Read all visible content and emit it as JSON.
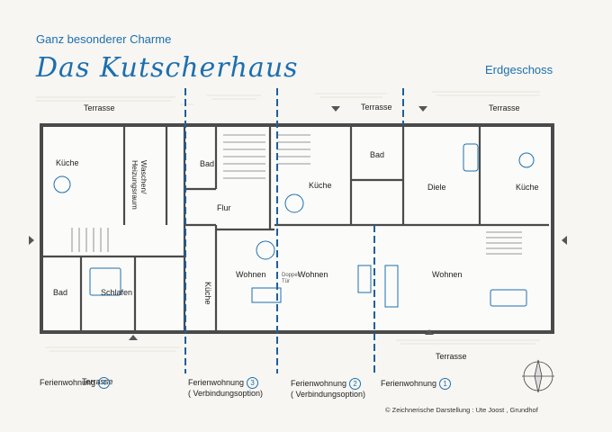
{
  "header": {
    "subtitle": "Ganz besonderer Charme",
    "title": "Das Kutscherhaus",
    "floor": "Erdgeschoss"
  },
  "rooms": {
    "terrasse_top_left": "Terrasse",
    "terrasse_top_mid": "Terrasse",
    "terrasse_top_right": "Terrasse",
    "terrasse_bottom_left": "Terrasse",
    "terrasse_bottom_right": "Terrasse",
    "kueche_4": "Küche",
    "waschen": "Waschen/ Heizungsraum",
    "bad_4": "Bad",
    "schlafen": "Schlafen",
    "bad_3": "Bad",
    "flur": "Flur",
    "kueche_3": "Küche",
    "wohnen_3": "Wohnen",
    "kueche_2": "Küche",
    "bad_2": "Bad",
    "doppel_tuer": "Doppel Tür",
    "wohnen_2": "Wohnen",
    "diele": "Diele",
    "kueche_1": "Küche",
    "wohnen_1": "Wohnen"
  },
  "units": [
    {
      "label": "Ferienwohnung",
      "num": "4",
      "note": ""
    },
    {
      "label": "Ferienwohnung",
      "num": "3",
      "note": "( Verbindungsoption)"
    },
    {
      "label": "Ferienwohnung",
      "num": "2",
      "note": "( Verbindungsoption)"
    },
    {
      "label": "Ferienwohnung",
      "num": "1",
      "note": ""
    }
  ],
  "credit": "© Zeichnerische Darstellung : Ute Joost , Grundhof",
  "colors": {
    "accent": "#1d6fae",
    "wall": "#4a4a4a",
    "divider": "#1f5f9a"
  }
}
